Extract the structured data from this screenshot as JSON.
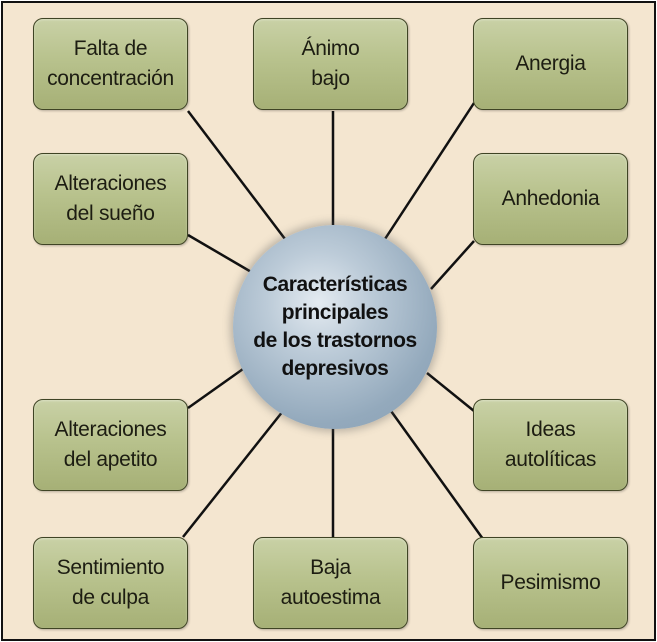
{
  "center": {
    "label": "Características\nprincipales\nde los trastornos\ndepresivos"
  },
  "nodes": {
    "concentration": {
      "label": "Falta de\nconcentración"
    },
    "mood": {
      "label": "Ánimo\nbajo"
    },
    "energy": {
      "label": "Anergia"
    },
    "sleep": {
      "label": "Alteraciones\ndel sueño"
    },
    "anhedonia": {
      "label": "Anhedonia"
    },
    "appetite": {
      "label": "Alteraciones\ndel apetito"
    },
    "suicidal": {
      "label": "Ideas\nautolíticas"
    },
    "guilt": {
      "label": "Sentimiento\nde culpa"
    },
    "selfesteem": {
      "label": "Baja\nautoestima"
    },
    "pessimism": {
      "label": "Pesimismo"
    }
  },
  "colors": {
    "background": "#f4e6d0",
    "node_fill": "#b8c28d",
    "node_border": "#3f4424",
    "center_fill": "#93a9bc",
    "connector": "#111111"
  }
}
